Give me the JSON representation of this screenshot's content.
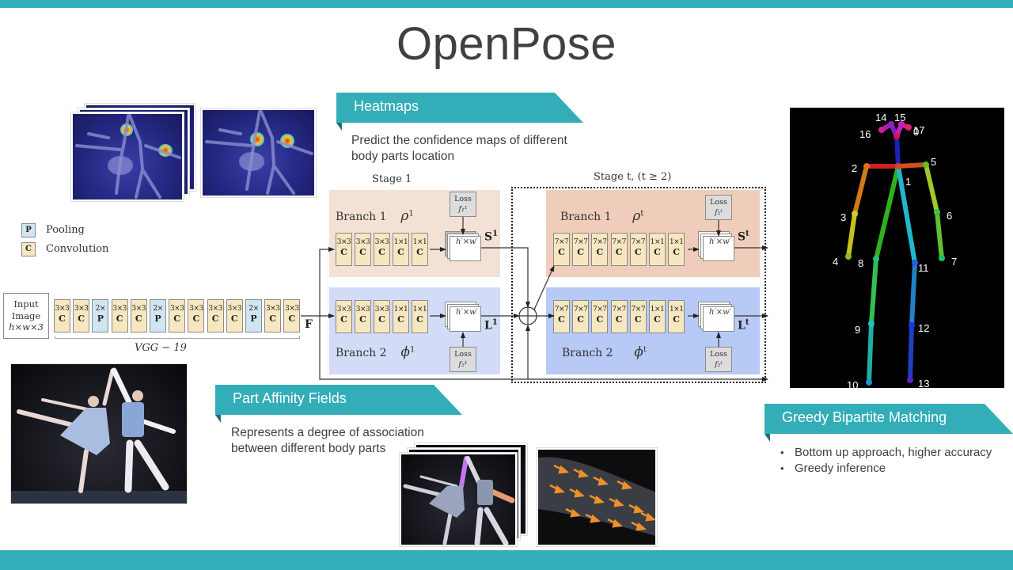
{
  "slide": {
    "title": "OpenPose",
    "accent_color": "#33aeb8"
  },
  "heatmaps": {
    "heading": "Heatmaps",
    "description_line1": "Predict the confidence maps of different",
    "description_line2": "body parts location"
  },
  "paf": {
    "heading": "Part Affinity Fields",
    "description_line1": "Represents a degree of association",
    "description_line2": "between different body parts"
  },
  "matching": {
    "heading": "Greedy Bipartite Matching",
    "bullets": [
      "Bottom up approach, higher accuracy",
      "Greedy inference"
    ]
  },
  "legend": {
    "pooling_symbol": "P",
    "pooling_label": "Pooling",
    "conv_symbol": "C",
    "conv_label": "Convolution"
  },
  "vgg": {
    "input_line1": "Input",
    "input_line2": "Image",
    "input_line3": "h×w×3",
    "blocks": [
      {
        "kernel": "3×3",
        "type": "C"
      },
      {
        "kernel": "3×3",
        "type": "C"
      },
      {
        "kernel": "2×",
        "type": "P"
      },
      {
        "kernel": "3×3",
        "type": "C"
      },
      {
        "kernel": "3×3",
        "type": "C"
      },
      {
        "kernel": "2×",
        "type": "P"
      },
      {
        "kernel": "3×3",
        "type": "C"
      },
      {
        "kernel": "3×3",
        "type": "C"
      },
      {
        "kernel": "3×3",
        "type": "C"
      },
      {
        "kernel": "3×3",
        "type": "C"
      },
      {
        "kernel": "2×",
        "type": "P"
      },
      {
        "kernel": "3×3",
        "type": "C"
      },
      {
        "kernel": "3×3",
        "type": "C"
      }
    ],
    "label": "VGG − 19",
    "feature_label": "F"
  },
  "stage1": {
    "label": "Stage 1",
    "branch1": {
      "name": "Branch 1",
      "symbol": "ρ",
      "sup": "1",
      "output": "S",
      "output_sup": "1",
      "loss_line1": "Loss",
      "loss_line2": "f₁¹"
    },
    "branch2": {
      "name": "Branch 2",
      "symbol": "ϕ",
      "sup": "1",
      "output": "L",
      "output_sup": "1",
      "loss_line1": "Loss",
      "loss_line2": "f₂¹"
    },
    "blocks": [
      {
        "kernel": "3×3",
        "type": "C"
      },
      {
        "kernel": "3×3",
        "type": "C"
      },
      {
        "kernel": "3×3",
        "type": "C"
      },
      {
        "kernel": "1×1",
        "type": "C"
      },
      {
        "kernel": "1×1",
        "type": "C"
      }
    ],
    "map_label": "h′×w′"
  },
  "stage_t": {
    "label": "Stage t, (t ≥ 2)",
    "branch1": {
      "name": "Branch 1",
      "symbol": "ρ",
      "sup": "t",
      "output": "S",
      "output_sup": "t",
      "loss_line1": "Loss",
      "loss_line2": "f₁ᵗ"
    },
    "branch2": {
      "name": "Branch 2",
      "symbol": "ϕ",
      "sup": "t",
      "output": "L",
      "output_sup": "t",
      "loss_line1": "Loss",
      "loss_line2": "f₂ᵗ"
    },
    "blocks": [
      {
        "kernel": "7×7",
        "type": "C"
      },
      {
        "kernel": "7×7",
        "type": "C"
      },
      {
        "kernel": "7×7",
        "type": "C"
      },
      {
        "kernel": "7×7",
        "type": "C"
      },
      {
        "kernel": "7×7",
        "type": "C"
      },
      {
        "kernel": "1×1",
        "type": "C"
      },
      {
        "kernel": "1×1",
        "type": "C"
      }
    ],
    "map_label": "h′×w′"
  },
  "skeleton": {
    "joints": [
      "0",
      "1",
      "2",
      "3",
      "4",
      "5",
      "6",
      "7",
      "8",
      "9",
      "10",
      "11",
      "12",
      "13",
      "14",
      "15",
      "16",
      "17"
    ]
  }
}
